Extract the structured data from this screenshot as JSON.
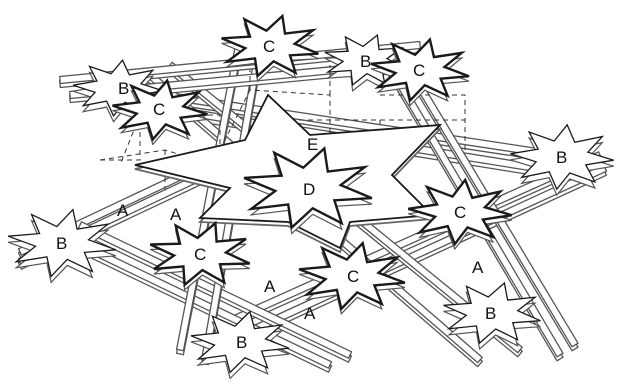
{
  "diagram": {
    "labels": {
      "A": "A",
      "B": "B",
      "C": "C",
      "D": "D",
      "E": "E"
    },
    "components": [
      {
        "id": "strut-1",
        "label": "A"
      },
      {
        "id": "strut-2",
        "label": "A"
      },
      {
        "id": "strut-3",
        "label": "A"
      },
      {
        "id": "strut-4",
        "label": "A"
      },
      {
        "id": "strut-5",
        "label": "A"
      },
      {
        "id": "outer-star-left",
        "label": "B"
      },
      {
        "id": "outer-star-topleft",
        "label": "B"
      },
      {
        "id": "outer-star-top",
        "label": "B"
      },
      {
        "id": "outer-star-right",
        "label": "B"
      },
      {
        "id": "outer-star-bottomright",
        "label": "B"
      },
      {
        "id": "outer-star-bottom",
        "label": "B"
      },
      {
        "id": "mid-star-topleft",
        "label": "C"
      },
      {
        "id": "mid-star-top",
        "label": "C"
      },
      {
        "id": "mid-star-topright",
        "label": "C"
      },
      {
        "id": "mid-star-right",
        "label": "C"
      },
      {
        "id": "mid-star-bottom",
        "label": "C"
      },
      {
        "id": "mid-star-bottomleft",
        "label": "C"
      },
      {
        "id": "center-star",
        "label": "D"
      },
      {
        "id": "large-frame-star",
        "label": "E"
      }
    ],
    "colors": {
      "stroke": "#1a1a1a",
      "bar_fill": "#ffffff",
      "bar_edge": "#555555",
      "dashed": "#333333",
      "background": "#ffffff"
    }
  }
}
